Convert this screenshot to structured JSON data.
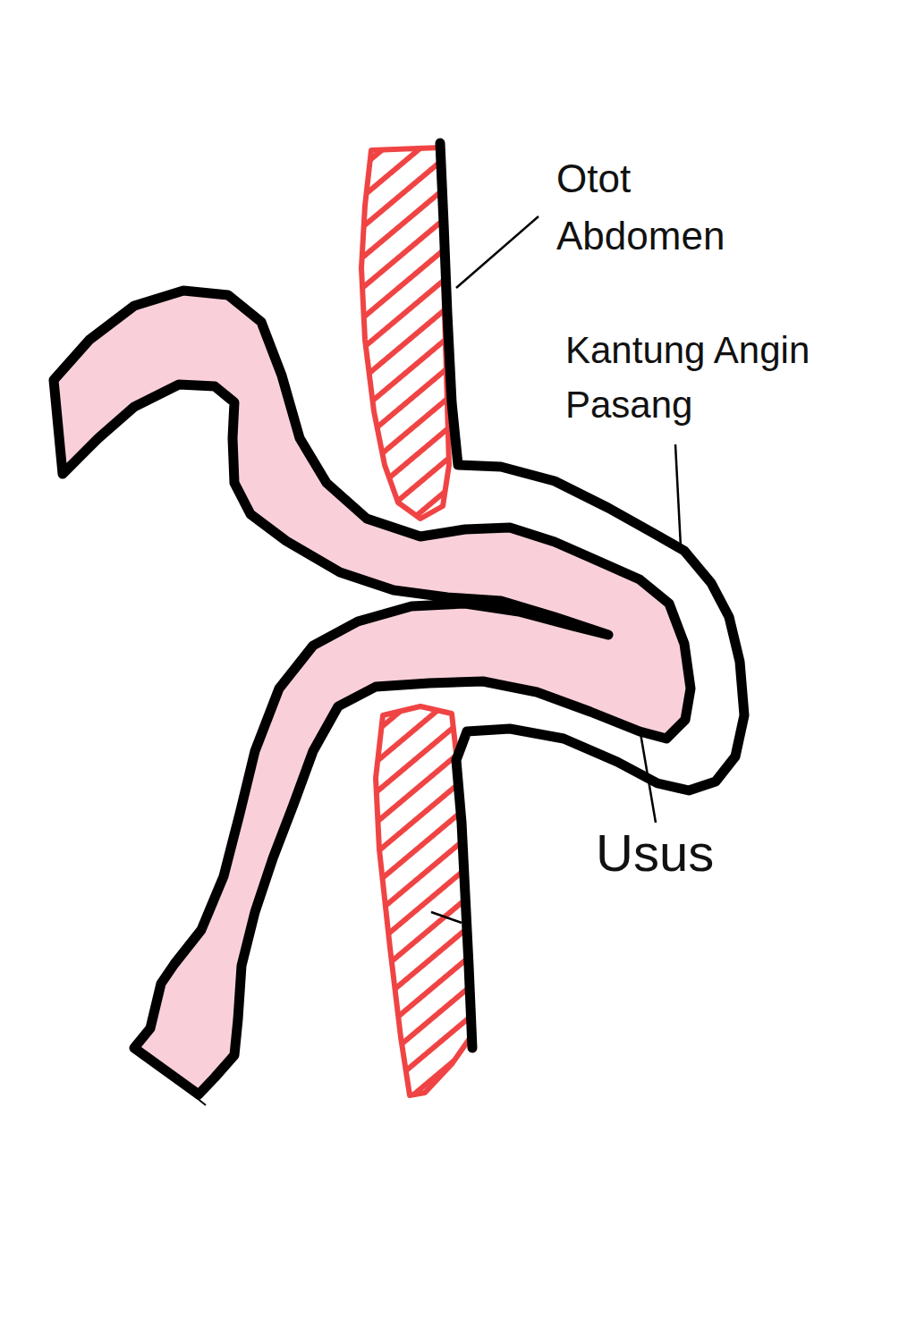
{
  "diagram": {
    "labels": [
      "Otot Abdomen",
      "Kantung Angin Pasang",
      "Usus"
    ]
  }
}
